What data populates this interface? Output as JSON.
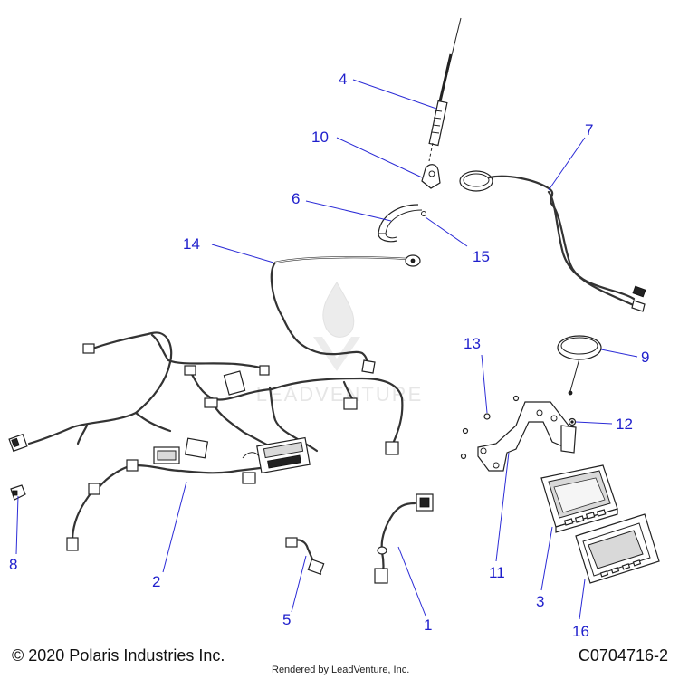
{
  "footer": {
    "copyright": "© 2020 Polaris Industries Inc.",
    "rendered_by": "Rendered by LeadVenture, Inc.",
    "drawing_number": "C0704716-2"
  },
  "watermark": {
    "text": "LEADVENTURE"
  },
  "callouts": [
    {
      "id": "1",
      "label": "1"
    },
    {
      "id": "2",
      "label": "2"
    },
    {
      "id": "3",
      "label": "3"
    },
    {
      "id": "4",
      "label": "4"
    },
    {
      "id": "5",
      "label": "5"
    },
    {
      "id": "6",
      "label": "6"
    },
    {
      "id": "7",
      "label": "7"
    },
    {
      "id": "8",
      "label": "8"
    },
    {
      "id": "9",
      "label": "9"
    },
    {
      "id": "10",
      "label": "10"
    },
    {
      "id": "11",
      "label": "11"
    },
    {
      "id": "12",
      "label": "12"
    },
    {
      "id": "13",
      "label": "13"
    },
    {
      "id": "14",
      "label": "14"
    },
    {
      "id": "15",
      "label": "15"
    },
    {
      "id": "16",
      "label": "16"
    }
  ],
  "colors": {
    "callout": "#1f1fcc",
    "leader": "#2b2bd6",
    "line_art": "#222222",
    "watermark": "#e6e6e6"
  }
}
